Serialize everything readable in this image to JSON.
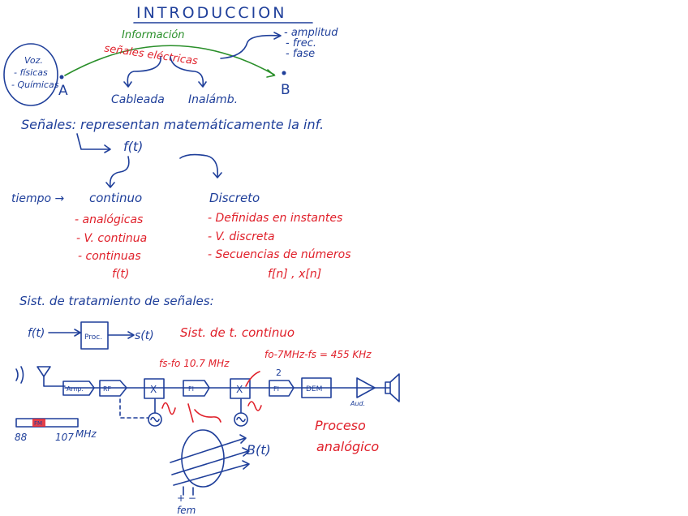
{
  "title": "INTRODUCCION",
  "top": {
    "informacion": "Información",
    "senales_electricas": "señales eléctricas",
    "point_a": "A",
    "point_b": "B",
    "source_list": [
      "Voz.",
      "- físicas",
      "- Químicas"
    ],
    "params": [
      "- amplitud",
      "- frec.",
      "- fase"
    ],
    "cableada": "Cableada",
    "inalambrica": "Inalámb."
  },
  "senales": {
    "definition": "Señales: representan matemáticamente la inf.",
    "ft": "f(t)",
    "tiempo": "tiempo →",
    "continuo": "continuo",
    "continuo_items": [
      "- analógicas",
      "- V. continua",
      "- continuas"
    ],
    "continuo_ft": "f(t)",
    "discreto": "Discreto",
    "discreto_items": [
      "- Definidas en instantes",
      "- V. discreta",
      "- Secuencias de números"
    ],
    "discreto_notation": "f[n] , x[n]"
  },
  "sistema": {
    "heading": "Sist. de tratamiento de señales:",
    "input": "f(t)",
    "block": "Proc.",
    "output": "s(t)",
    "note": "Sist. de t. continuo"
  },
  "receiver": {
    "freq1": "fs-fo 10.7 MHz",
    "freq2": "fo-7MHz-fs = 455 KHz",
    "num2": "2",
    "blocks": [
      "Amp.",
      "RF",
      "X",
      "FI",
      "X",
      "FI",
      "DEM"
    ],
    "aud": "Aud.",
    "band_start": "88",
    "band_end": "107",
    "band_unit": "MHz",
    "fm": "FM"
  },
  "bottom": {
    "bt": "B(t)",
    "fem": "fem",
    "proceso": "Proceso",
    "analogico": "analógico"
  }
}
